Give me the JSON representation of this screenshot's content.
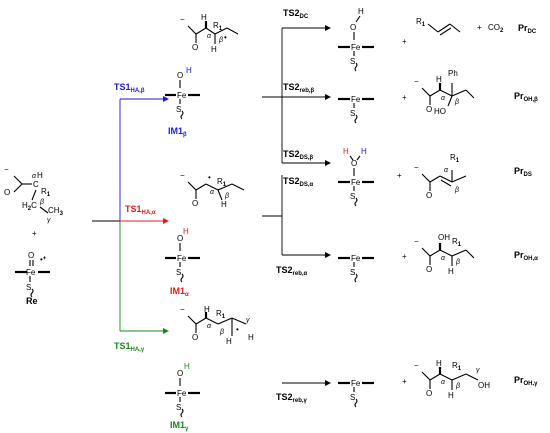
{
  "atoms": {
    "fe": "Fe",
    "o": "O",
    "h": "H",
    "s": "S",
    "c": "C",
    "r1": "R",
    "r1_sub": "1",
    "ph": "Ph",
    "oh": "OH",
    "ho": "HO",
    "h2c": "H",
    "h2c_sub": "2",
    "h2c_c": "C",
    "ch3": "CH",
    "ch3_sub": "3",
    "co2": "CO",
    "co2_sub": "2",
    "alpha": "α",
    "beta": "β",
    "gamma": "γ",
    "minus": "−",
    "plus": "+",
    "radical": "•"
  },
  "labels": {
    "re": "Re",
    "ts1_beta": {
      "main": "TS1",
      "sub": "HA,β"
    },
    "ts1_alpha": {
      "main": "TS1",
      "sub": "HA,α"
    },
    "ts1_gamma": {
      "main": "TS1",
      "sub": "HA,γ"
    },
    "im1_beta": {
      "main": "IM1",
      "sub": "β"
    },
    "im1_alpha": {
      "main": "IM1",
      "sub": "α"
    },
    "im1_gamma": {
      "main": "IM1",
      "sub": "γ"
    },
    "ts2_dc": {
      "main": "TS2",
      "sub": "DC"
    },
    "ts2_reb_beta": {
      "main": "TS2",
      "sub": "reb,β"
    },
    "ts2_ds_beta": {
      "main": "TS2",
      "sub": "DS,β"
    },
    "ts2_ds_alpha": {
      "main": "TS2",
      "sub": "DS,α"
    },
    "ts2_reb_alpha": {
      "main": "TS2",
      "sub": "reb,α"
    },
    "ts2_reb_gamma": {
      "main": "TS2",
      "sub": "reb,γ"
    },
    "pr_dc": {
      "main": "Pr",
      "sub": "DC"
    },
    "pr_oh_beta": {
      "main": "Pr",
      "sub": "OH,β"
    },
    "pr_ds": {
      "main": "Pr",
      "sub": "DS"
    },
    "pr_oh_alpha": {
      "main": "Pr",
      "sub": "OH,α"
    },
    "pr_oh_gamma": {
      "main": "Pr",
      "sub": "OH,γ"
    }
  },
  "colors": {
    "beta_path": "#1a1adb",
    "alpha_path": "#e01b1b",
    "gamma_path": "#1a8a1a",
    "ink": "#000000"
  }
}
